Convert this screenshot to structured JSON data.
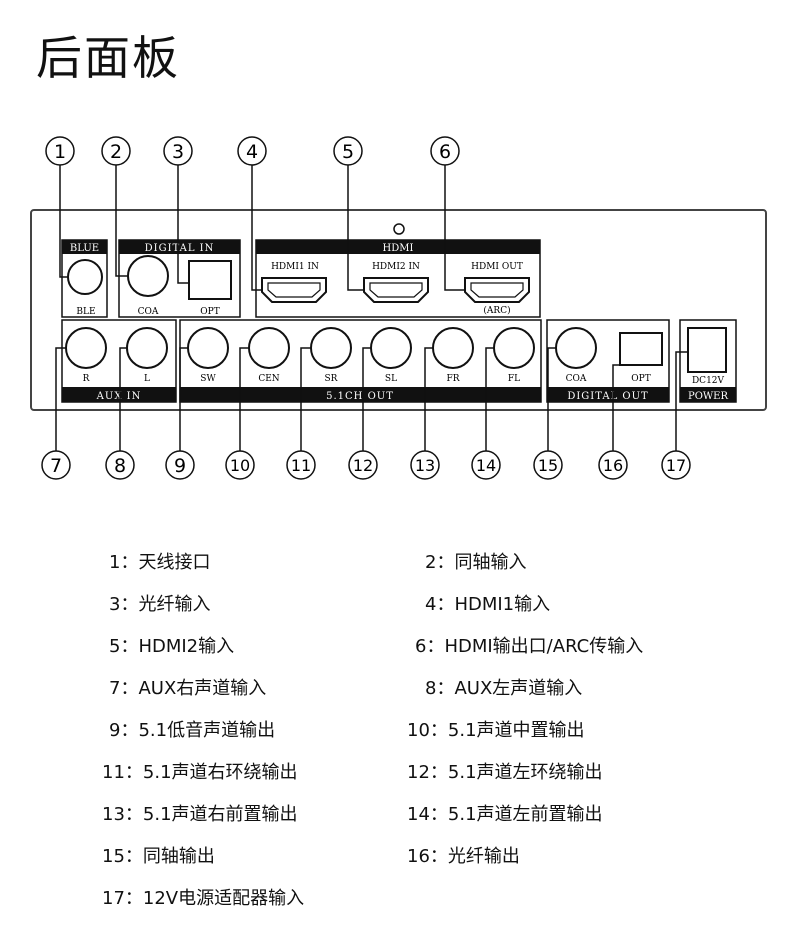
{
  "title": "后面板",
  "panel": {
    "sections": {
      "blue": "BLUE",
      "digital_in": "DIGITAL IN",
      "hdmi": "HDMI",
      "aux_in": "AUX IN",
      "ch51_out": "5.1CH OUT",
      "digital_out": "DIGITAL OUT",
      "power": "POWER"
    },
    "ports": {
      "ble": "BLE",
      "coa_in": "COA",
      "opt_in": "OPT",
      "hdmi1_in": "HDMI1 IN",
      "hdmi2_in": "HDMI2 IN",
      "hdmi_out": "HDMI OUT",
      "arc": "(ARC)",
      "aux_r": "R",
      "aux_l": "L",
      "sw": "SW",
      "cen": "CEN",
      "sr": "SR",
      "sl": "SL",
      "fr": "FR",
      "fl": "FL",
      "coa_out": "COA",
      "opt_out": "OPT",
      "dc12v": "DC12V"
    },
    "callouts": [
      "1",
      "2",
      "3",
      "4",
      "5",
      "6",
      "7",
      "8",
      "9",
      "10",
      "11",
      "12",
      "13",
      "14",
      "15",
      "16",
      "17"
    ]
  },
  "legend": [
    {
      "text": "1：天线接口"
    },
    {
      "text": "2：同轴输入"
    },
    {
      "text": "3：光纤输入"
    },
    {
      "text": "4：HDMI1输入"
    },
    {
      "text": "5：HDMI2输入"
    },
    {
      "text": "6：HDMI输出口/ARC传输入"
    },
    {
      "text": "7：AUX右声道输入"
    },
    {
      "text": "8：AUX左声道输入"
    },
    {
      "text": "9：5.1低音声道输出"
    },
    {
      "text": "10：5.1声道中置输出"
    },
    {
      "text": "11：5.1声道右环绕输出"
    },
    {
      "text": "12：5.1声道左环绕输出"
    },
    {
      "text": "13：5.1声道右前置输出"
    },
    {
      "text": "14：5.1声道左前置输出"
    },
    {
      "text": "15：同轴输出"
    },
    {
      "text": "16：光纤输出"
    },
    {
      "text": "17：12V电源适配器输入"
    }
  ]
}
